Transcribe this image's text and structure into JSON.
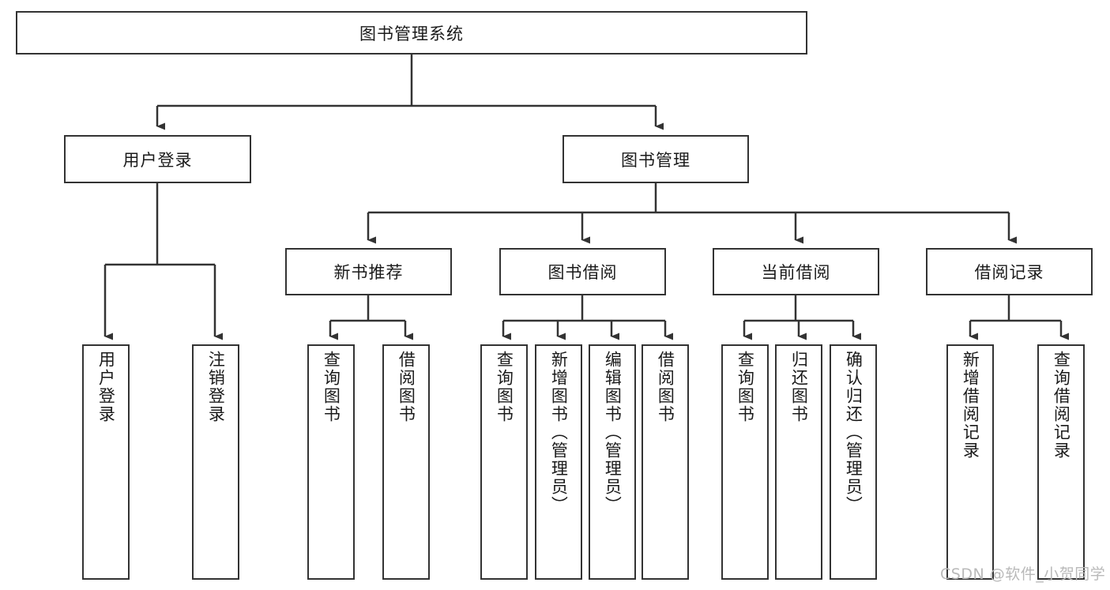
{
  "diagram": {
    "type": "tree",
    "title": "图书管理系统",
    "root": {
      "label": "图书管理系统"
    },
    "level1": [
      {
        "label": "用户登录"
      },
      {
        "label": "图书管理"
      }
    ],
    "level2": [
      {
        "label": "新书推荐"
      },
      {
        "label": "图书借阅"
      },
      {
        "label": "当前借阅"
      },
      {
        "label": "借阅记录"
      }
    ],
    "leaves": {
      "user_login": [
        {
          "label": "用户登录"
        },
        {
          "label": "注销登录"
        }
      ],
      "new_book_recommend": [
        {
          "label": "查询图书"
        },
        {
          "label": "借阅图书"
        }
      ],
      "book_borrow": [
        {
          "label": "查询图书"
        },
        {
          "label": "新增图书（管理员）"
        },
        {
          "label": "编辑图书（管理员）"
        },
        {
          "label": "借阅图书"
        }
      ],
      "current_borrow": [
        {
          "label": "查询图书"
        },
        {
          "label": "归还图书"
        },
        {
          "label": "确认归还（管理员）"
        }
      ],
      "borrow_record": [
        {
          "label": "新增借阅记录"
        },
        {
          "label": "查询借阅记录"
        }
      ]
    }
  },
  "watermark": {
    "text": "CSDN @软件_小贺同学"
  },
  "colors": {
    "border": "#333333",
    "text": "#1a1a1a",
    "background": "#ffffff",
    "watermark": "#b9b9b9"
  }
}
